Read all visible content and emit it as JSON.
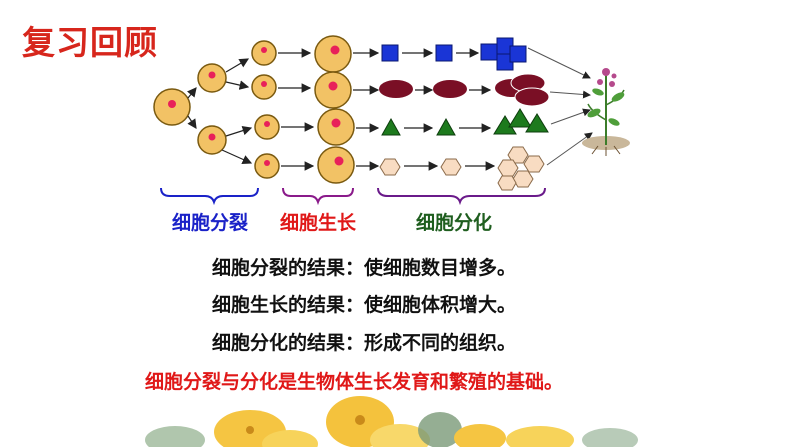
{
  "title": "复习回顾",
  "labels": {
    "division": "细胞分裂",
    "growth": "细胞生长",
    "differentiation": "细胞分化"
  },
  "colors": {
    "division": "#1a22c8",
    "growth": "#e01818",
    "differentiation": "#1f5e1f",
    "cell_fill": "#f2c265",
    "nucleus": "#e8205a",
    "square": "#1a35d6",
    "ellipse": "#7a0f25",
    "triangle": "#1d7a1d",
    "hexagon": "#f8dcc2"
  },
  "results": [
    "细胞分裂的结果：使细胞数目增多。",
    "细胞生长的结果：使细胞体积增大。",
    "细胞分化的结果：形成不同的组织。"
  ],
  "conclusion": "细胞分裂与分化是生物体生长发育和繁殖的基础。",
  "diagram_rows": [
    "square",
    "ellipse",
    "triangle",
    "hexagon"
  ]
}
